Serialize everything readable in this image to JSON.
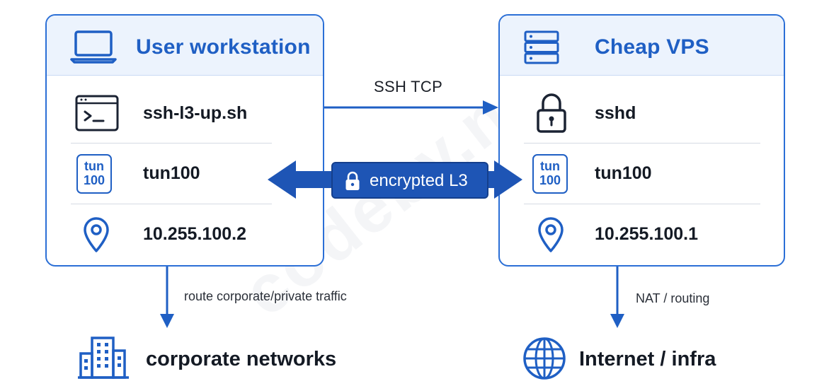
{
  "watermark": "codeby.net",
  "workstation": {
    "title": "User workstation",
    "script": "ssh-l3-up.sh",
    "tun_badge_line1": "tun",
    "tun_badge_line2": "100",
    "tun": "tun100",
    "ip": "10.255.100.2"
  },
  "vps": {
    "title": "Cheap VPS",
    "daemon": "sshd",
    "tun_badge_line1": "tun",
    "tun_badge_line2": "100",
    "tun": "tun100",
    "ip": "10.255.100.1"
  },
  "links": {
    "ssh_tcp": "SSH TCP",
    "encrypted": "encrypted L3",
    "route_label": "route corporate/private traffic",
    "nat_label": "NAT / routing"
  },
  "destinations": {
    "corporate": "corporate networks",
    "internet": "Internet / infra"
  },
  "colors": {
    "accent": "#2b6fd6",
    "arrow": "#1f5fc4",
    "badge": "#1e55b5",
    "header_bg": "#ecf3fd"
  }
}
